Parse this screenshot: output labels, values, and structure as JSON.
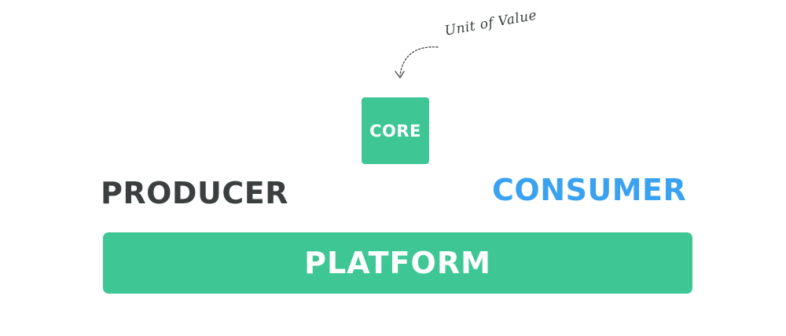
{
  "annotation": {
    "text": "Unit of Value"
  },
  "core": {
    "label": "CORE"
  },
  "producer": {
    "label": "PRODUCER"
  },
  "consumer": {
    "label": "CONSUMER"
  },
  "platform": {
    "label": "PLATFORM"
  },
  "colors": {
    "green": "#3ec795",
    "dark": "#3b3f3f",
    "blue": "#3aa2f1",
    "annotation": "#3a3f3d",
    "arrow": "#4a4f4d",
    "white": "#ffffff"
  },
  "icons": {
    "pointer": "dotted-curved-arrow-icon"
  }
}
